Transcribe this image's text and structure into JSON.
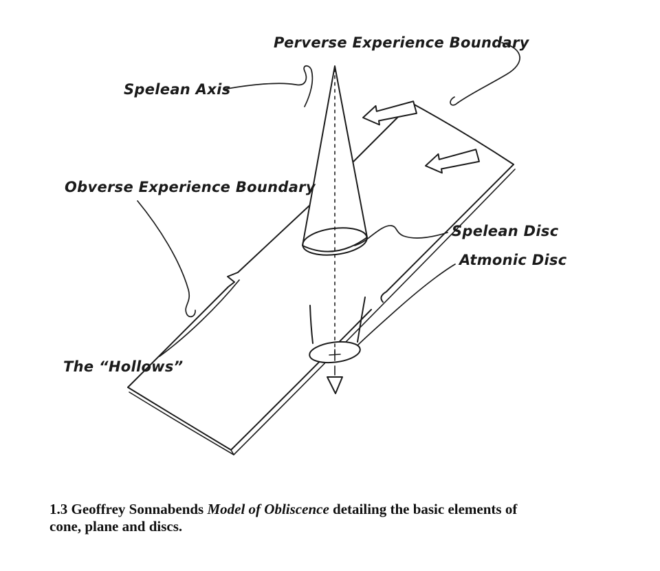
{
  "figure": {
    "labels": {
      "perverse_experience_boundary": "Perverse Experience Boundary",
      "spelean_axis": "Spelean Axis",
      "obverse_experience_boundary": "Obverse Experience Boundary",
      "spelean_disc": "Spelean Disc",
      "atmonic_disc": "Atmonic Disc",
      "the_hollows": "The “Hollows”"
    },
    "caption": {
      "number": "1.3",
      "author": "Geoffrey Sonnabends",
      "work_title": "Model of Obliscence",
      "description": "detailing the basic elements of",
      "line2": "cone, plane and discs."
    },
    "colors": {
      "ink": "#1a1a1a",
      "paper": "#ffffff"
    }
  }
}
